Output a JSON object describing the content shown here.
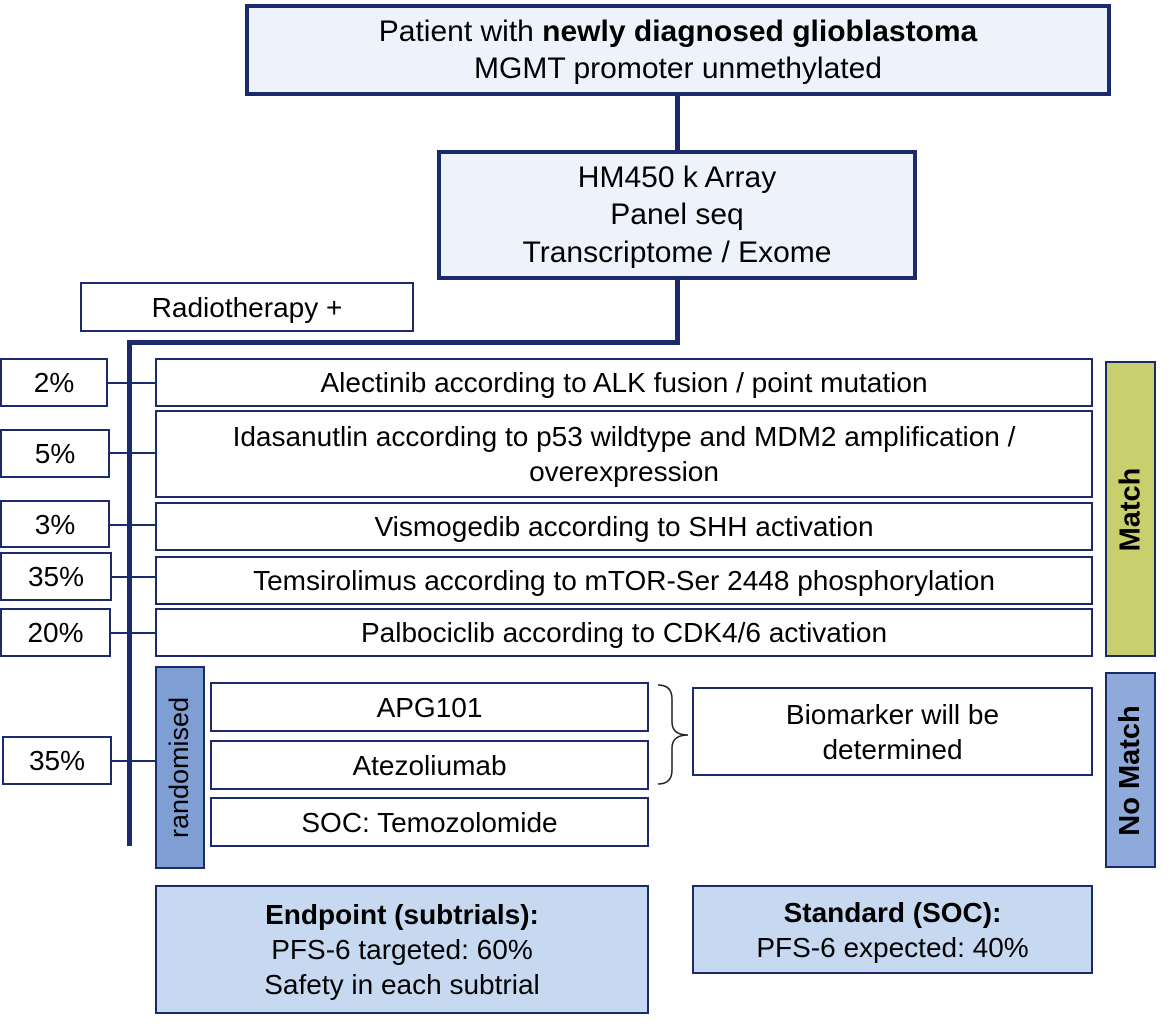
{
  "top": {
    "line1_prefix": "Patient with ",
    "line1_bold": "newly diagnosed glioblastoma",
    "line2": "MGMT promoter unmethylated"
  },
  "analysis": [
    "HM450 k Array",
    "Panel seq",
    "Transcriptome / Exome"
  ],
  "radiotherapy": "Radiotherapy +",
  "arms": [
    {
      "pct": "2%",
      "text": "Alectinib according to ALK fusion / point mutation"
    },
    {
      "pct": "5%",
      "text": "Idasanutlin according to p53 wildtype and MDM2 amplification / overexpression"
    },
    {
      "pct": "3%",
      "text": "Vismogedib according to SHH activation"
    },
    {
      "pct": "35%",
      "text": "Temsirolimus according to mTOR-Ser 2448 phosphorylation"
    },
    {
      "pct": "20%",
      "text": "Palbociclib according to CDK4/6 activation"
    }
  ],
  "match_label": "Match",
  "nomatch_label": "No Match",
  "randomised_label": "randomised",
  "randomised_pct": "35%",
  "randomised_arms": [
    "APG101",
    "Atezoliumab",
    "SOC: Temozolomide"
  ],
  "biomarker": "Biomarker will be determined",
  "endpoint": {
    "title": "Endpoint (subtrials):",
    "lines": [
      "PFS-6 targeted: 60%",
      "Safety in each subtrial"
    ]
  },
  "standard": {
    "title": "Standard (SOC):",
    "line": "PFS-6 expected: 40%"
  },
  "colors": {
    "border": "#1a2a6c",
    "light_fill": "#edf2fb",
    "blue_fill": "#c6d9f1",
    "match_fill": "#c8cf6d",
    "nomatch_fill": "#8eaadb",
    "randomised_fill": "#7f9fd4"
  }
}
